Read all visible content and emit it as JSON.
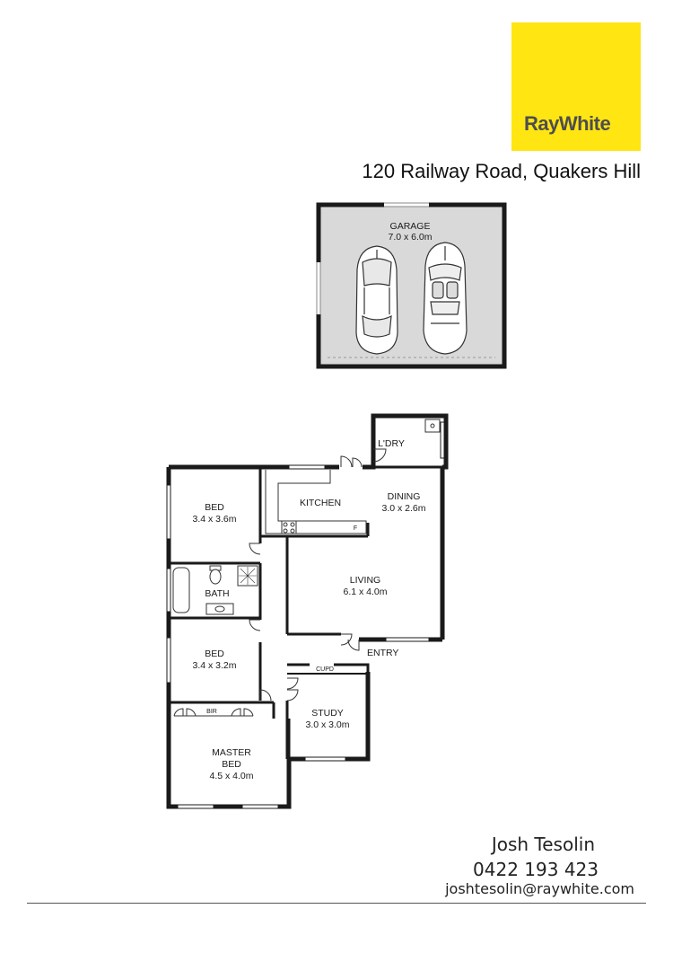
{
  "brand": {
    "logo_text": "RayWhite",
    "color": "#ffe512"
  },
  "address": "120 Railway Road, Quakers Hill",
  "rooms": {
    "garage": {
      "name": "GARAGE",
      "size": "7.0 x 6.0m"
    },
    "laundry": {
      "name": "L'DRY"
    },
    "kitchen": {
      "name": "KITCHEN"
    },
    "dining": {
      "name": "DINING",
      "size": "3.0 x 2.6m"
    },
    "bed1": {
      "name": "BED",
      "size": "3.4 x 3.6m"
    },
    "bath": {
      "name": "BATH"
    },
    "living": {
      "name": "LIVING",
      "size": "6.1 x 4.0m"
    },
    "bed2": {
      "name": "BED",
      "size": "3.4 x 3.2m"
    },
    "entry": {
      "name": "ENTRY"
    },
    "cupd": {
      "name": "CUPD"
    },
    "bir": {
      "name": "BIR"
    },
    "study": {
      "name": "STUDY",
      "size": "3.0 x 3.0m"
    },
    "master": {
      "name": "MASTER",
      "name2": "BED",
      "size": "4.5 x 4.0m"
    },
    "fridge": {
      "name": "F"
    }
  },
  "agent": {
    "name": "Josh Tesolin",
    "phone": "0422 193 423",
    "email": "joshtesolin@raywhite.com"
  }
}
